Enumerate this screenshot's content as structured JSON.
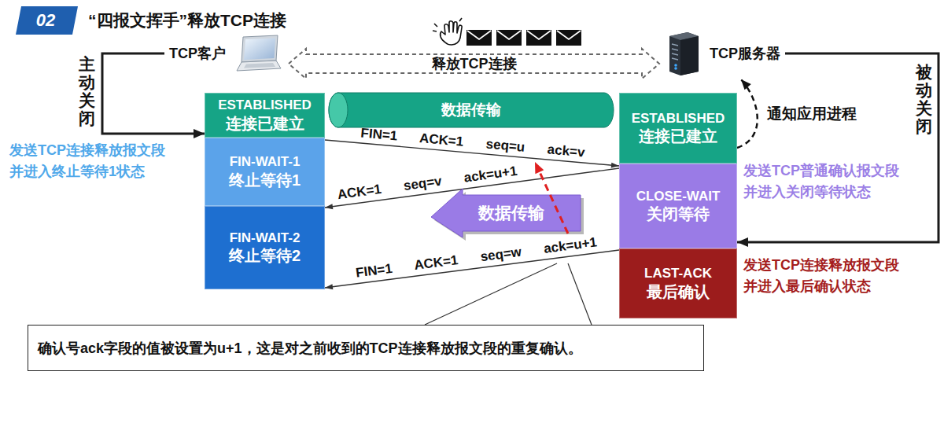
{
  "diagram": {
    "title": "“四报文挥手”释放TCP连接",
    "nodes": [
      {
        "text": [
          "TCP客户"
        ]
      },
      {
        "text": [
          "TCP服务器"
        ]
      },
      {
        "text": [
          "ESTABLISHED",
          "连接已建立"
        ]
      },
      {
        "text": [
          "数据传输"
        ]
      },
      {
        "text": [
          "ESTABLISHED",
          "连接已建立"
        ]
      },
      {
        "text": [
          "FIN-WAIT-1",
          "终止等待1"
        ]
      },
      {
        "text": [
          "CLOSE-WAIT",
          "关闭等待"
        ]
      },
      {
        "text": [
          "数据传输"
        ]
      },
      {
        "text": [
          "FIN-WAIT-2",
          "终止等待2"
        ]
      },
      {
        "text": [
          "LAST-ACK",
          "最后确认"
        ]
      },
      {
        "text": [
          "确认号ack字段的值被设置为u+1，这是对之前收到的TCP连接释放报文段的重复确认。"
        ]
      }
    ],
    "edges": [
      {
        "from": 0,
        "to": 1,
        "label": "释放TCP连接",
        "arrow": "both"
      },
      {
        "from": 0,
        "to": 2,
        "label": "主动关闭",
        "arrow": "to"
      },
      {
        "from": 1,
        "to": 6,
        "label": "被动关闭",
        "arrow": "to"
      },
      {
        "from": 5,
        "to": 6,
        "label": "FIN=1 ACK=1 seq=u ack=v",
        "arrow": "to"
      },
      {
        "from": 6,
        "to": 8,
        "label": "ACK=1 seq=v ack=u+1",
        "arrow": "to"
      },
      {
        "from": 9,
        "to": 8,
        "label": "FIN=1 ACK=1 seq=w ack=u+1",
        "arrow": "to"
      },
      {
        "from": 4,
        "to": 1,
        "label": "通知应用进程",
        "arrow": "to"
      }
    ],
    "labels": [
      "02",
      "发送TCP连接释放报文段 并进入终止等待1状态",
      "发送TCP普通确认报文段 并进入关闭等待状态",
      "发送TCP连接释放报文段 并进入最后确认状态"
    ]
  }
}
